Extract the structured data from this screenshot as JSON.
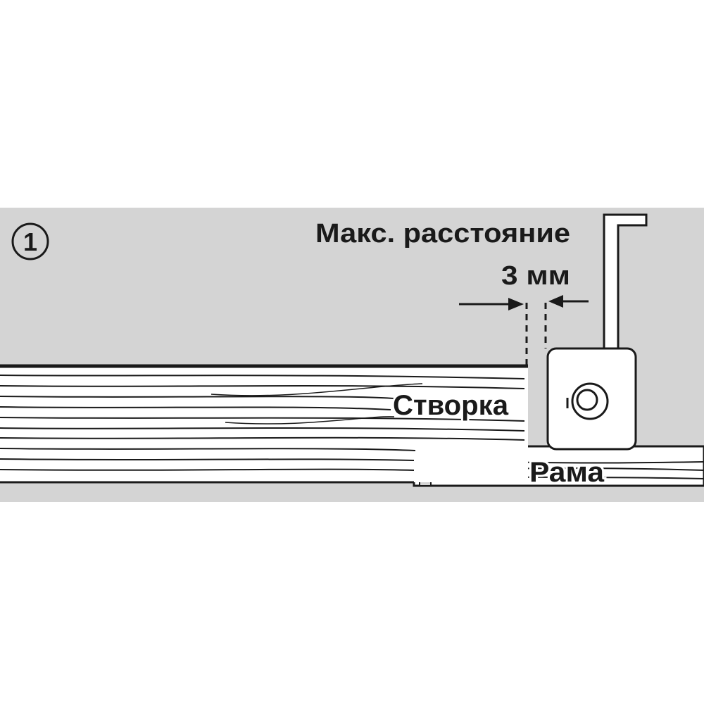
{
  "step_number": "1",
  "labels": {
    "max_distance": "Макс. расстояние",
    "distance_value": "3 мм",
    "sash": "Створка",
    "frame": "Рама"
  },
  "colors": {
    "background": "#ffffff",
    "panel": "#d4d4d4",
    "wood": "#ffffff",
    "ink": "#1a1a1a"
  }
}
